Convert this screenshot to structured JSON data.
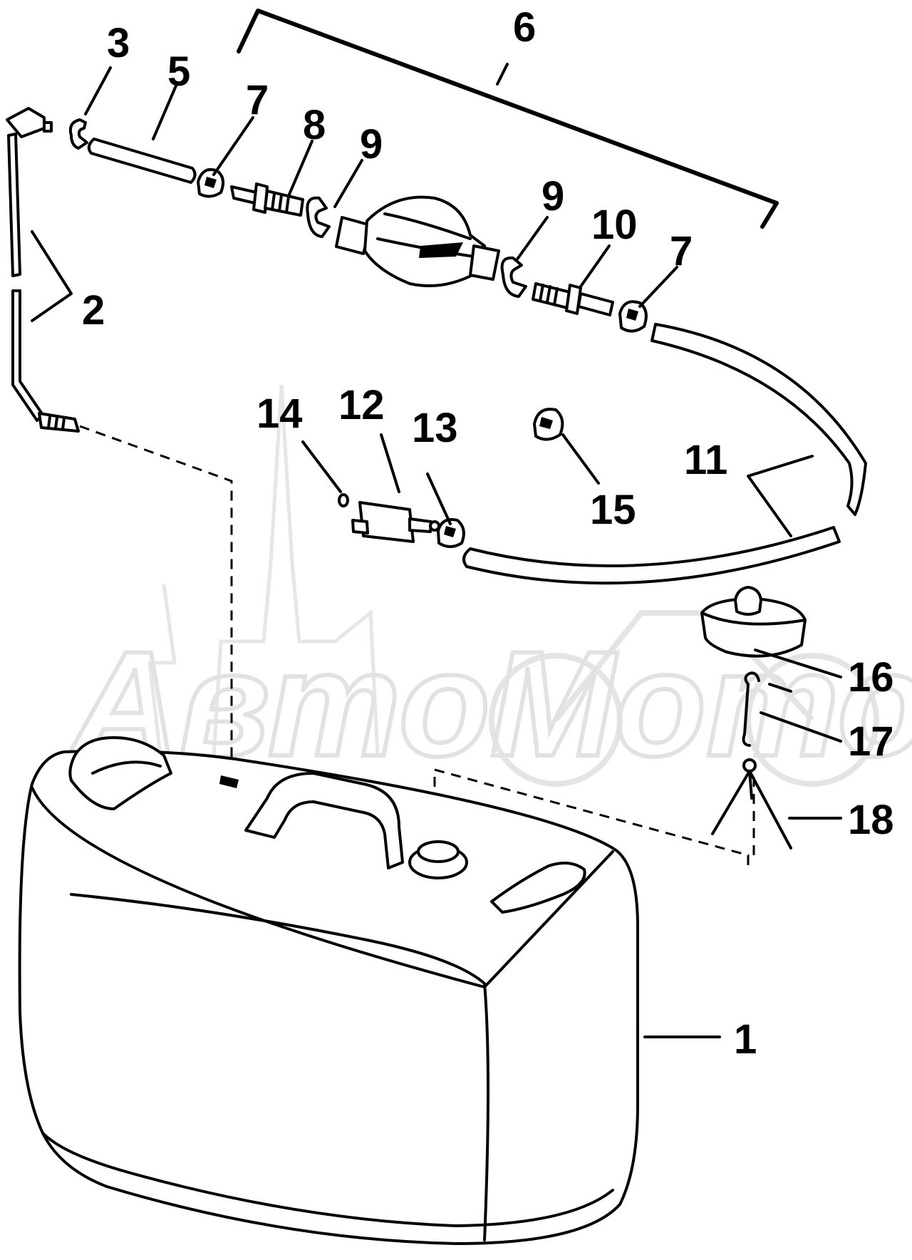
{
  "diagram": {
    "watermark_text": "АвтоМото",
    "callouts": [
      {
        "id": "1",
        "text": "1"
      },
      {
        "id": "2",
        "text": "2"
      },
      {
        "id": "3",
        "text": "3"
      },
      {
        "id": "5",
        "text": "5"
      },
      {
        "id": "6",
        "text": "6"
      },
      {
        "id": "7a",
        "text": "7"
      },
      {
        "id": "7b",
        "text": "7"
      },
      {
        "id": "8",
        "text": "8"
      },
      {
        "id": "9a",
        "text": "9"
      },
      {
        "id": "9b",
        "text": "9"
      },
      {
        "id": "10",
        "text": "10"
      },
      {
        "id": "11",
        "text": "11"
      },
      {
        "id": "12",
        "text": "12"
      },
      {
        "id": "13",
        "text": "13"
      },
      {
        "id": "14",
        "text": "14"
      },
      {
        "id": "15",
        "text": "15"
      },
      {
        "id": "16",
        "text": "16"
      },
      {
        "id": "17",
        "text": "17"
      },
      {
        "id": "18",
        "text": "18"
      }
    ]
  }
}
